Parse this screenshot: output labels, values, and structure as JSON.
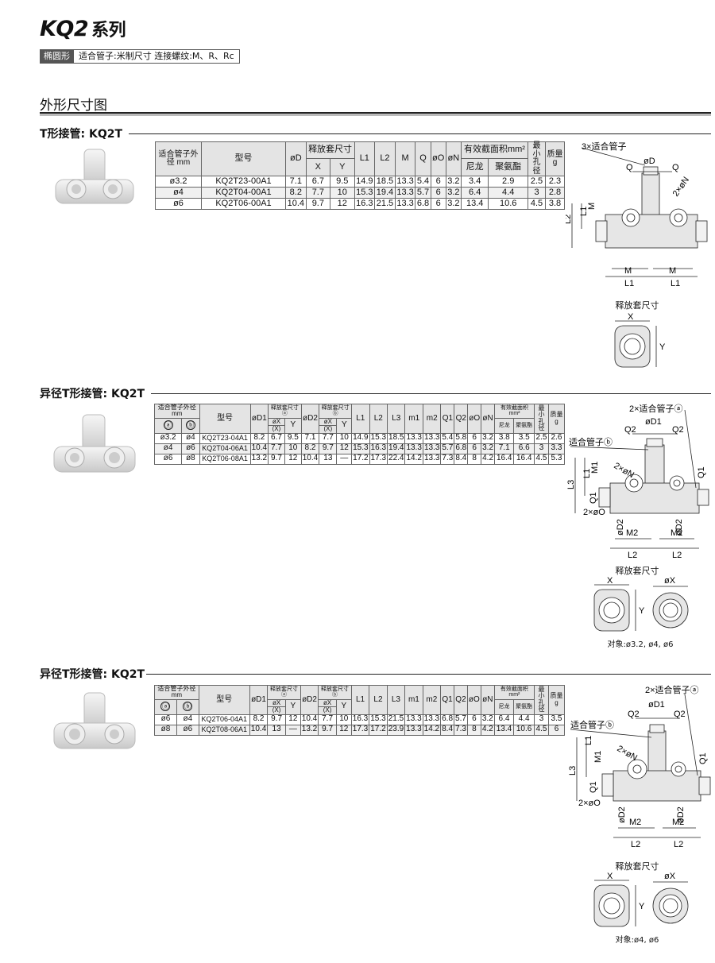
{
  "header": {
    "series": "KQ2",
    "series_suffix": "系列",
    "tag": "椭圆形",
    "tag_desc": "适合管子:米制尺寸 连接螺纹:M、R、Rc"
  },
  "section_title": "外形尺寸图",
  "sec1": {
    "heading": "T形接管: KQ2T",
    "headers": {
      "tube": "适合管子外径 mm",
      "model": "型号",
      "d": "øD",
      "release": "释放套尺寸",
      "x": "X",
      "y": "Y",
      "l1": "L1",
      "l2": "L2",
      "m": "M",
      "q": "Q",
      "o": "øO",
      "n": "øN",
      "area": "有效截面积mm²",
      "nylon": "尼龙",
      "pu": "聚氨酯",
      "min_bore": "最小孔径",
      "mass": "质量 g"
    },
    "rows": [
      {
        "tube": "ø3.2",
        "model": "KQ2T23-00A1",
        "d": "7.1",
        "x": "6.7",
        "y": "9.5",
        "l1": "14.9",
        "l2": "18.5",
        "m": "13.3",
        "q": "5.4",
        "o": "6",
        "n": "3.2",
        "nylon": "3.4",
        "pu": "2.9",
        "bore": "2.5",
        "mass": "2.3"
      },
      {
        "tube": "ø4",
        "model": "KQ2T04-00A1",
        "d": "8.2",
        "x": "7.7",
        "y": "10",
        "l1": "15.3",
        "l2": "19.4",
        "m": "13.3",
        "q": "5.7",
        "o": "6",
        "n": "3.2",
        "nylon": "6.4",
        "pu": "4.4",
        "bore": "3",
        "mass": "2.8"
      },
      {
        "tube": "ø6",
        "model": "KQ2T06-00A1",
        "d": "10.4",
        "x": "9.7",
        "y": "12",
        "l1": "16.3",
        "l2": "21.5",
        "m": "13.3",
        "q": "6.8",
        "o": "6",
        "n": "3.2",
        "nylon": "13.4",
        "pu": "10.6",
        "bore": "4.5",
        "mass": "3.8"
      }
    ],
    "drawing": {
      "tube_note": "3×适合管子",
      "d": "øD",
      "q": "Q",
      "n": "2×øN",
      "l1": "L1",
      "l2": "L2",
      "m": "M",
      "release": "释放套尺寸",
      "x": "X",
      "y": "Y"
    }
  },
  "sec2": {
    "heading": "异径T形接管: KQ2T",
    "headers": {
      "tube": "适合管子外径mm",
      "a": "ⓐ",
      "b": "ⓑ",
      "model": "型号",
      "d1": "øD1",
      "rel_a": "释放套尺寸ⓐ",
      "x": "øX",
      "xp": "(X)",
      "y": "Y",
      "d2": "øD2",
      "rel_b": "释放套尺寸ⓑ",
      "l1": "L1",
      "l2": "L2",
      "l3": "L3",
      "m1": "m1",
      "m2": "m2",
      "q1": "Q1",
      "q2": "Q2",
      "o": "øO",
      "n": "øN",
      "area": "有效截面积mm²",
      "nylon": "尼龙",
      "pu": "聚氨酯",
      "min_bore": "最小孔径",
      "mass": "质量 g"
    },
    "rows": [
      {
        "a": "ø3.2",
        "b": "ø4",
        "model": "KQ2T23-04A1",
        "d1": "8.2",
        "xa": "6.7",
        "ya": "9.5",
        "d2": "7.1",
        "xb": "7.7",
        "yb": "10",
        "l1": "14.9",
        "l2": "15.3",
        "l3": "18.5",
        "m1": "13.3",
        "m2": "13.3",
        "q1": "5.4",
        "q2": "5.8",
        "o": "6",
        "n": "3.2",
        "nylon": "3.8",
        "pu": "3.5",
        "bore": "2.5",
        "mass": "2.6"
      },
      {
        "a": "ø4",
        "b": "ø6",
        "model": "KQ2T04-06A1",
        "d1": "10.4",
        "xa": "7.7",
        "ya": "10",
        "d2": "8.2",
        "xb": "9.7",
        "yb": "12",
        "l1": "15.3",
        "l2": "16.3",
        "l3": "19.4",
        "m1": "13.3",
        "m2": "13.3",
        "q1": "5.7",
        "q2": "6.8",
        "o": "6",
        "n": "3.2",
        "nylon": "7.1",
        "pu": "6.6",
        "bore": "3",
        "mass": "3.3"
      },
      {
        "a": "ø6",
        "b": "ø8",
        "model": "KQ2T06-08A1",
        "d1": "13.2",
        "xa": "9.7",
        "ya": "12",
        "d2": "10.4",
        "xb": "13",
        "yb": "—",
        "l1": "17.2",
        "l2": "17.3",
        "l3": "22.4",
        "m1": "14.2",
        "m2": "13.3",
        "q1": "7.3",
        "q2": "8.4",
        "o": "8",
        "n": "4.2",
        "nylon": "16.4",
        "pu": "16.4",
        "bore": "4.5",
        "mass": "5.3"
      }
    ],
    "drawing": {
      "tube_a": "2×适合管子ⓐ",
      "tube_b": "适合管子ⓑ",
      "d1": "øD1",
      "q1": "Q1",
      "q2": "Q2",
      "n": "2×øN",
      "o": "2×øO",
      "l1": "L1",
      "l2": "L2",
      "l3": "L3",
      "m1": "M1",
      "m2": "M2",
      "d2": "øD2",
      "release": "释放套尺寸",
      "x": "X",
      "y": "Y",
      "ox": "øX",
      "note": "对象:ø3.2, ø4, ø6"
    }
  },
  "sec3": {
    "heading": "异径T形接管: KQ2T",
    "rows": [
      {
        "a": "ø6",
        "b": "ø4",
        "model": "KQ2T06-04A1",
        "d1": "8.2",
        "xa": "9.7",
        "ya": "12",
        "d2": "10.4",
        "xb": "7.7",
        "yb": "10",
        "l1": "16.3",
        "l2": "15.3",
        "l3": "21.5",
        "m1": "13.3",
        "m2": "13.3",
        "q1": "6.8",
        "q2": "5.7",
        "o": "6",
        "n": "3.2",
        "nylon": "6.4",
        "pu": "4.4",
        "bore": "3",
        "mass": "3.5"
      },
      {
        "a": "ø8",
        "b": "ø6",
        "model": "KQ2T08-06A1",
        "d1": "10.4",
        "xa": "13",
        "ya": "—",
        "d2": "13.2",
        "xb": "9.7",
        "yb": "12",
        "l1": "17.3",
        "l2": "17.2",
        "l3": "23.9",
        "m1": "13.3",
        "m2": "14.2",
        "q1": "8.4",
        "q2": "7.3",
        "o": "8",
        "n": "4.2",
        "nylon": "13.4",
        "pu": "10.6",
        "bore": "4.5",
        "mass": "6"
      }
    ],
    "drawing": {
      "note": "对象:ø4, ø6"
    }
  }
}
